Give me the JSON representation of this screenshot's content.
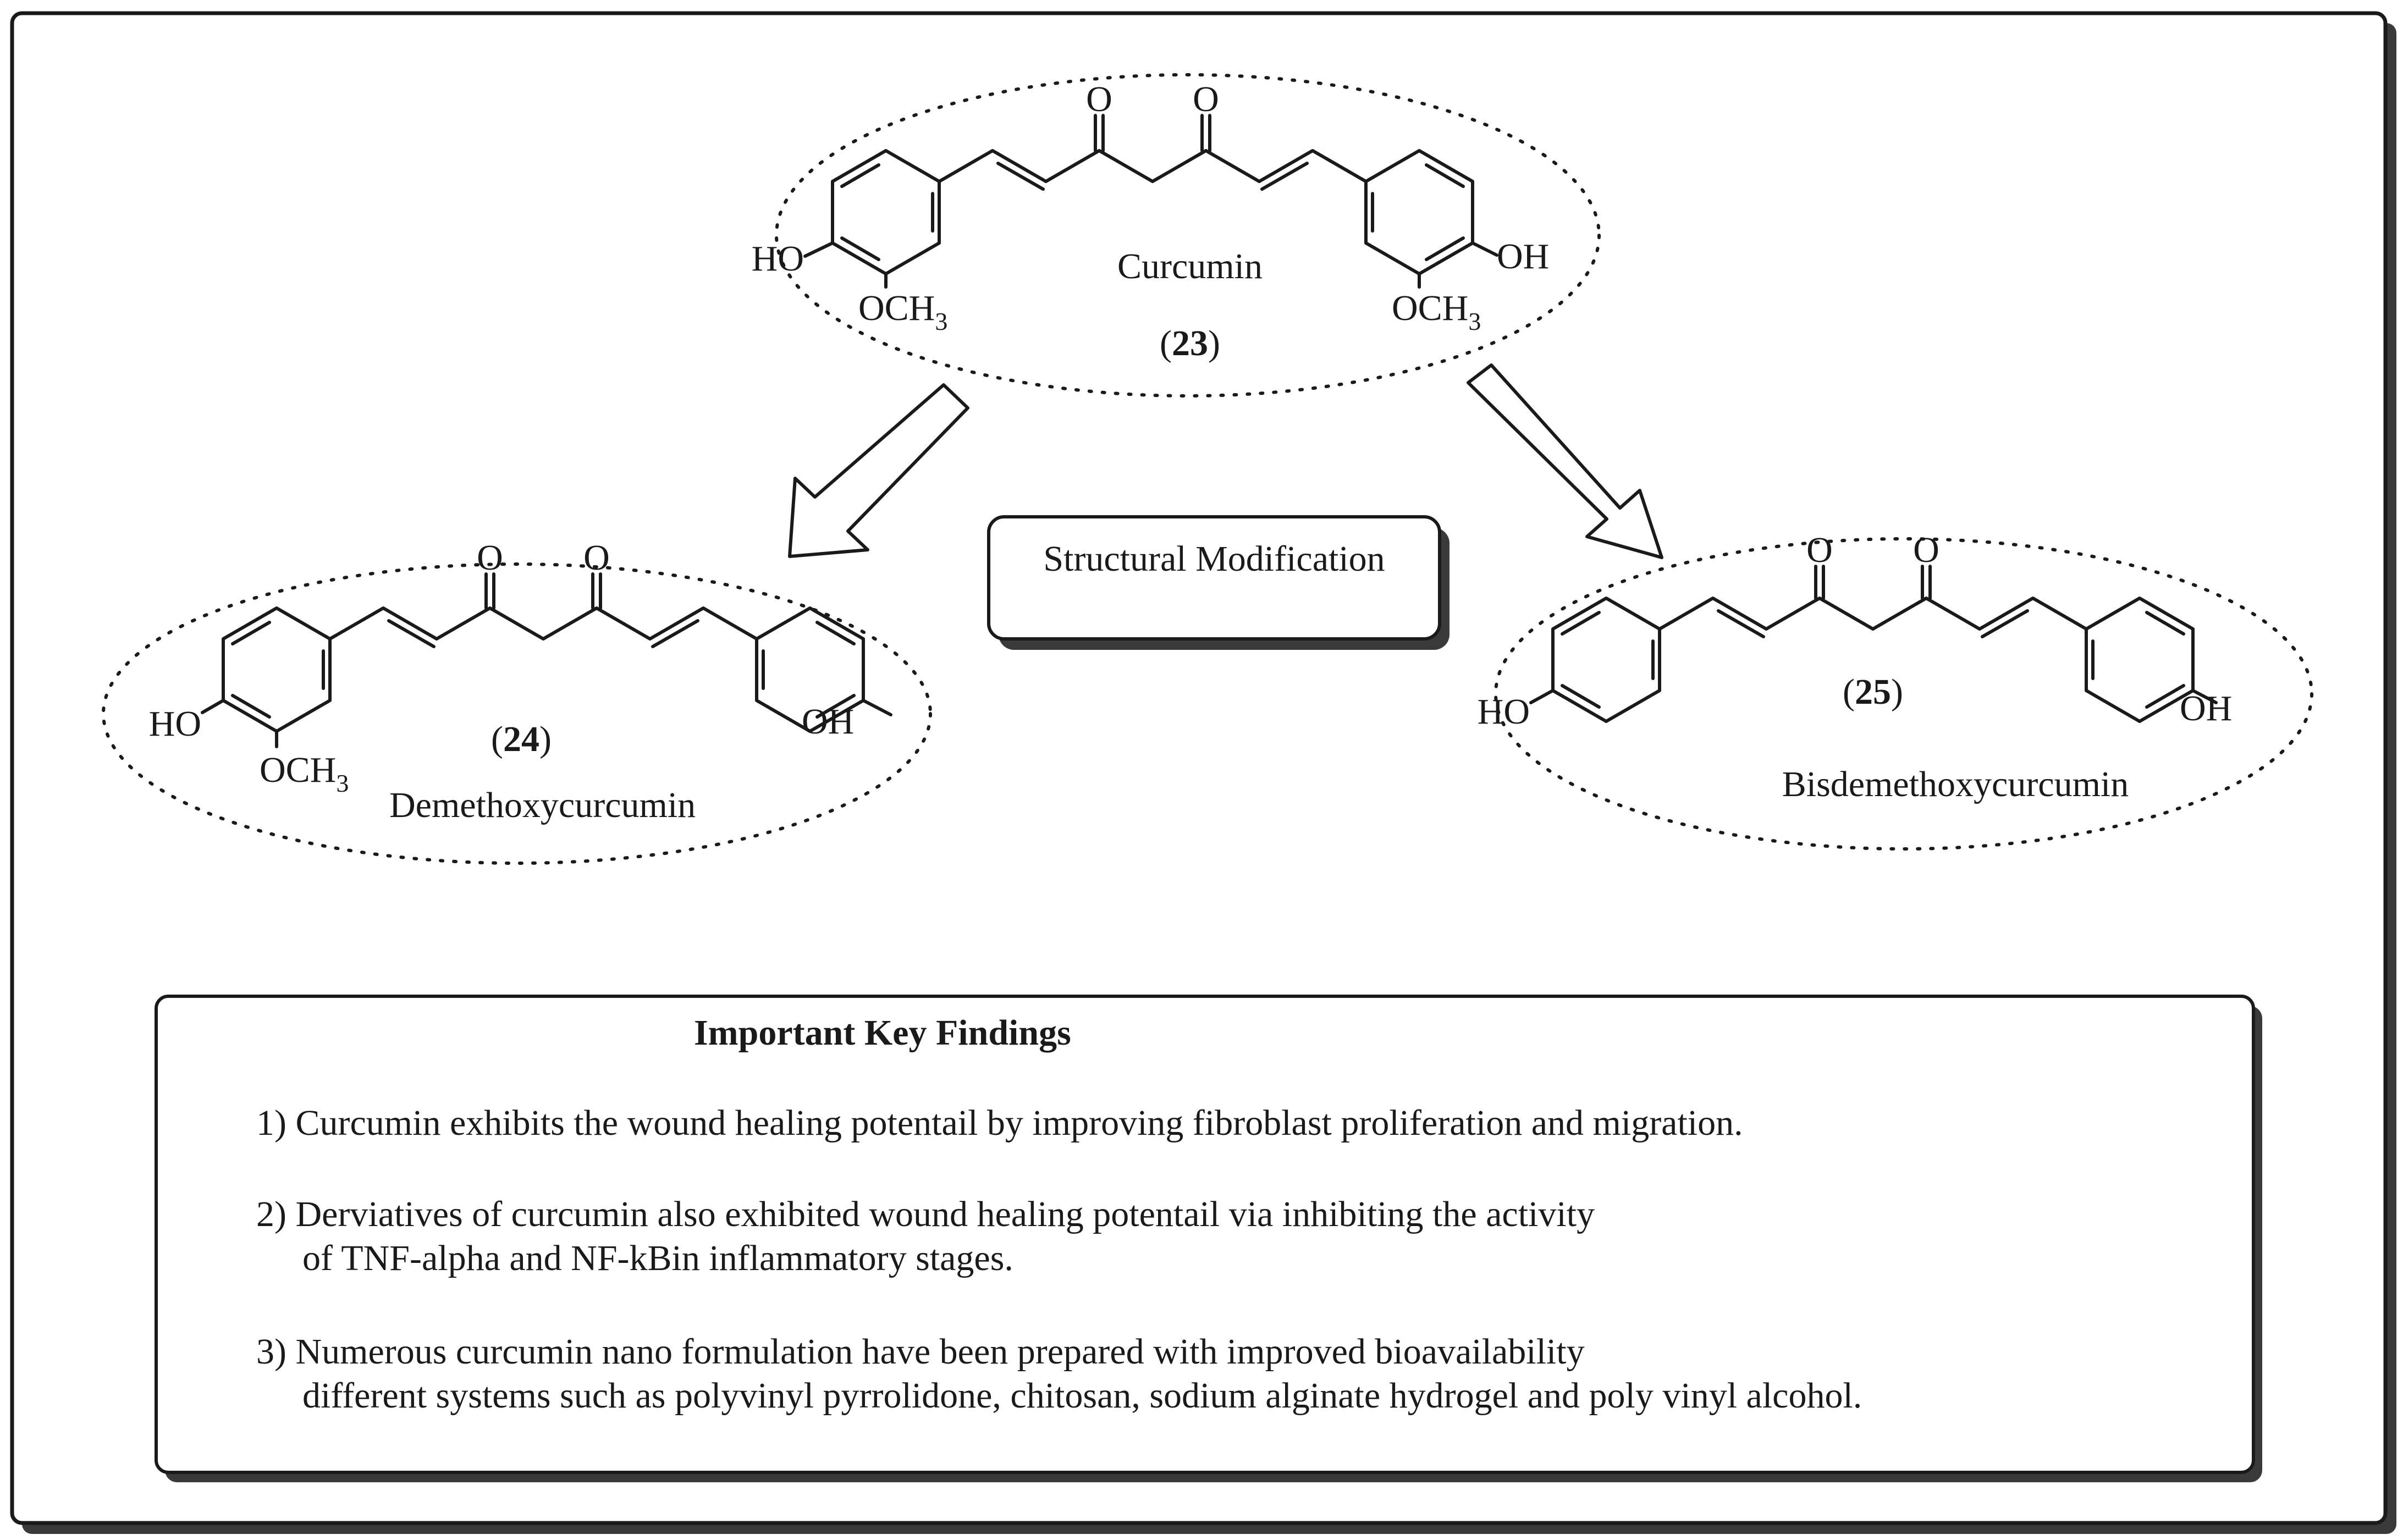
{
  "structures": {
    "curcumin": {
      "name": "Curcumin",
      "number": "23",
      "left_groups": {
        "oh": "HO",
        "ome": "OCH",
        "ome_sub": "3"
      },
      "right_groups": {
        "oh": "OH",
        "ome": "OCH",
        "ome_sub": "3"
      },
      "carbonyl_o": "O"
    },
    "demethoxycurcumin": {
      "name": "Demethoxycurcumin",
      "number": "24",
      "left_groups": {
        "oh": "HO",
        "ome": "OCH",
        "ome_sub": "3"
      },
      "right_groups": {
        "oh": "OH"
      },
      "carbonyl_o": "O"
    },
    "bisdemethoxycurcumin": {
      "name": "Bisdemethoxycurcumin",
      "number": "25",
      "left_groups": {
        "oh": "HO"
      },
      "right_groups": {
        "oh": "OH"
      },
      "carbonyl_o": "O"
    }
  },
  "modification_label": "Structural Modification",
  "findings": {
    "title": "Important Key Findings",
    "items": [
      "1)  Curcumin exhibits the wound healing potentail by improving fibroblast proliferation and migration.",
      "2) Derviatives of curcumin also exhibited wound healing potentail via inhibiting the activity",
      "of TNF-alpha and NF-kBin inflammatory stages.",
      "3) Numerous curcumin nano formulation have been prepared with improved bioavailability",
      "different systems such as polyvinyl pyrrolidone, chitosan, sodium alginate hydrogel and poly vinyl alcohol."
    ]
  },
  "colors": {
    "line": "#1a1a1a",
    "shadow": "#3a3a3a",
    "background": "#ffffff"
  }
}
